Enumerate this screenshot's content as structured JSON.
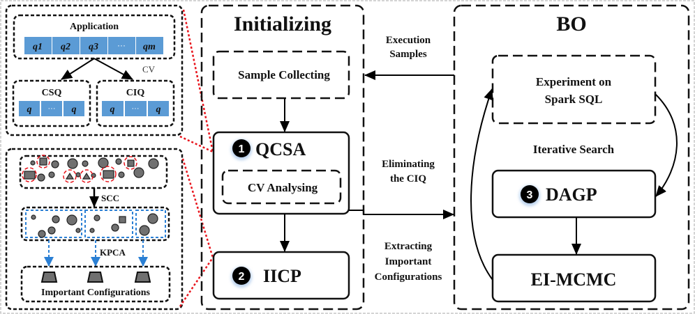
{
  "left_top_panel": {
    "application_label": "Application",
    "query_cells": [
      "q1",
      "q2",
      "q3",
      "···",
      "qm"
    ],
    "cv_label": "CV",
    "csq": {
      "label": "CSQ",
      "cells": [
        "q",
        "···",
        "q"
      ]
    },
    "ciq": {
      "label": "CIQ",
      "cells": [
        "q",
        "···",
        "q"
      ]
    }
  },
  "left_bottom_panel": {
    "scc_label": "SCC",
    "kpca_label": "KPCA",
    "important_configs_label": "Important Configurations"
  },
  "initializing": {
    "title": "Initializing",
    "sample_collecting": "Sample Collecting",
    "qcsa": {
      "number": "1",
      "label": "QCSA"
    },
    "cv_analysing": "CV Analysing",
    "iicp": {
      "number": "2",
      "label": "IICP"
    }
  },
  "connectors": {
    "execution_samples": [
      "Execution",
      "Samples"
    ],
    "eliminating_ciq": [
      "Eliminating",
      "the CIQ"
    ],
    "extracting": [
      "Extracting",
      "Important",
      "Configurations"
    ]
  },
  "bo": {
    "title": "BO",
    "experiment": [
      "Experiment on",
      "Spark SQL"
    ],
    "iterative_search": "Iterative Search",
    "dagp": {
      "number": "3",
      "label": "DAGP"
    },
    "ei_mcmc": "EI-MCMC"
  },
  "colors": {
    "query_cell": "#5b9bd5",
    "red_dotted": "#e8141c",
    "blue_dashed": "#2a7fd4",
    "shape_fill": "#707070"
  }
}
